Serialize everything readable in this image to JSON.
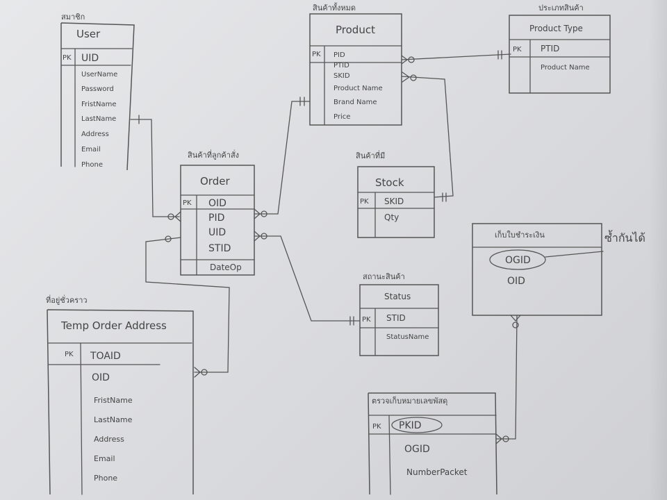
{
  "entities": {
    "user": {
      "caption": "สมาชิก",
      "name": "User",
      "pk_label": "PK",
      "pk_field": "UID",
      "fields": [
        "UserName",
        "Password",
        "FristName",
        "LastName",
        "Address",
        "Email",
        "Phone"
      ]
    },
    "product": {
      "caption": "สินค้าทั้งหมด",
      "name": "Product",
      "pk_label": "PK",
      "pk_field": "PID",
      "fields": [
        "PTID",
        "SKID",
        "Product Name",
        "Brand Name",
        "Price"
      ]
    },
    "product_type": {
      "caption": "ประเภทสินค้า",
      "name": "Product Type",
      "pk_label": "PK",
      "pk_field": "PTID",
      "fields": [
        "Product Name"
      ]
    },
    "order": {
      "caption": "สินค้าที่ลูกค้าสั่ง",
      "name": "Order",
      "pk_label": "PK",
      "pk_field": "OID",
      "fields": [
        "PID",
        "UID",
        "STID"
      ],
      "footer_field": "DateOp"
    },
    "stock": {
      "caption": "สินค้าที่มี",
      "name": "Stock",
      "pk_label": "PK",
      "pk_field": "SKID",
      "fields": [
        "Qty"
      ]
    },
    "status": {
      "caption": "สถานะสินค้า",
      "name": "Status",
      "pk_label": "PK",
      "pk_field": "STID",
      "fields": [
        "StatusName"
      ]
    },
    "invoice": {
      "caption": "เก็บใบชำระเงิน",
      "fields": [
        "OGID",
        "OID"
      ],
      "note": "ซ้ำกันได้"
    },
    "temp_address": {
      "caption": "ที่อยู่ชั่วคราว",
      "name": "Temp Order Address",
      "pk_label": "PK",
      "pk_field": "TOAID",
      "fields": [
        "OID",
        "FristName",
        "LastName",
        "Address",
        "Email",
        "Phone"
      ]
    },
    "packet": {
      "caption": "ตรวจเก็บหมายเลขพัสดุ",
      "pk_label": "PK",
      "pk_field": "PKID",
      "fields": [
        "OGID",
        "NumberPacket"
      ]
    }
  }
}
